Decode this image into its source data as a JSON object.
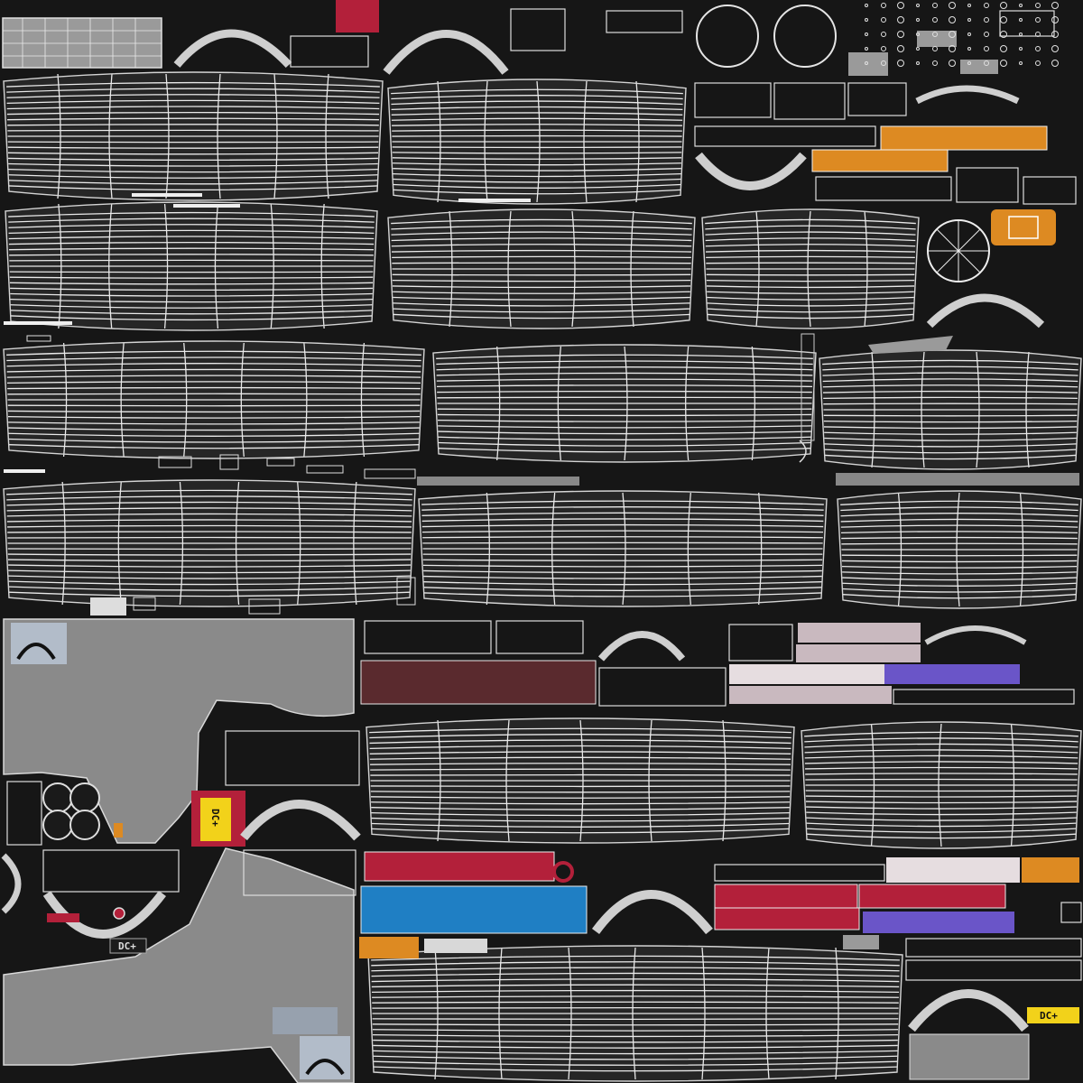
{
  "atlas": {
    "labels": [
      {
        "id": "label-1",
        "text": "DC+"
      },
      {
        "id": "label-2",
        "text": "DC+"
      },
      {
        "id": "label-3",
        "text": "DC+"
      }
    ]
  },
  "colors": {
    "background": "#161616",
    "island_fill": "#262626",
    "wireframe": "#e9e9e9",
    "grey_fabric": "#8a8a8a",
    "red": "#b3203a",
    "blue": "#1f7fc4",
    "orange": "#dd8a22",
    "purple": "#6a55c8",
    "maroon": "#5a2a2e",
    "pink": "#c9b9bf",
    "yellow": "#f2d21a"
  }
}
